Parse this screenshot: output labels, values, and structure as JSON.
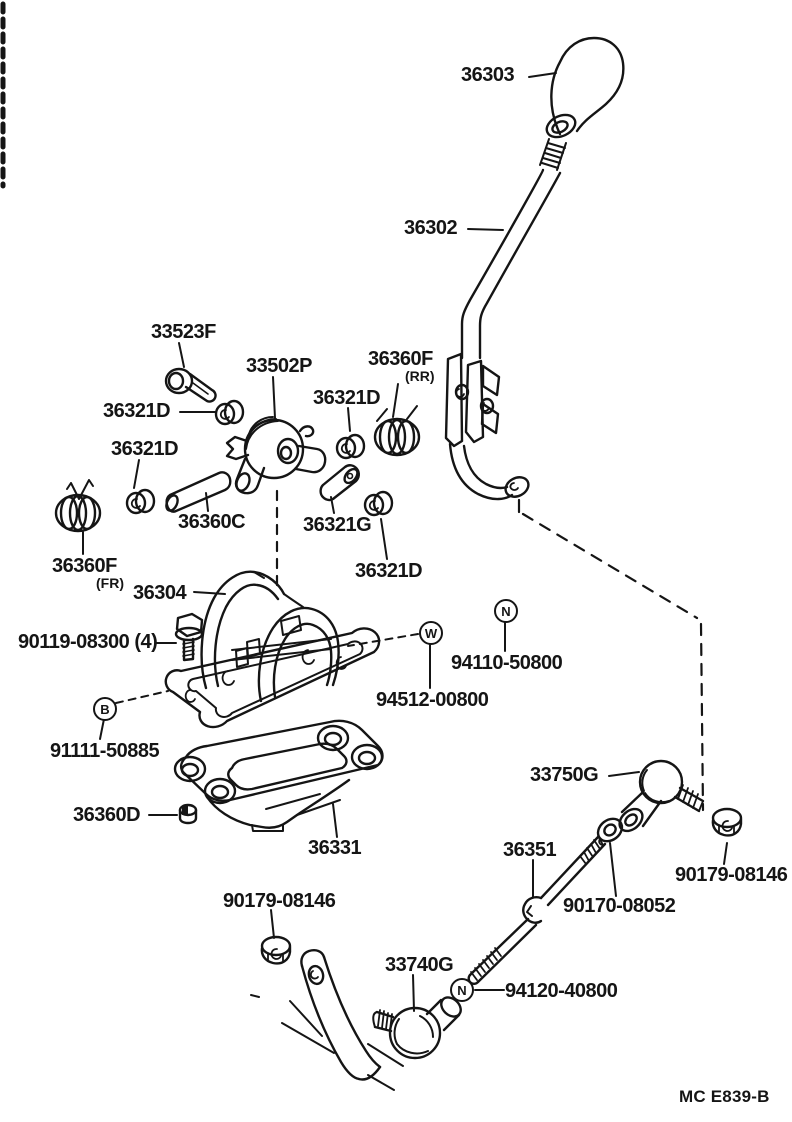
{
  "doc": {
    "type": "parts-diagram",
    "drawing_code": "MC E839-B",
    "line_color": "#151515",
    "background": "#ffffff"
  },
  "labels": {
    "knob": "36303",
    "lever": "36302",
    "pin_bolt": "33523F",
    "retainer": "33502P",
    "spring_rr": "36360F",
    "spring_rr_qualifier": "(RR)",
    "bushing_1": "36321D",
    "bushing_2": "36321D",
    "bushing_3": "36321D",
    "bushing_4": "36321D",
    "collar": "36360C",
    "collar_2": "36321G",
    "spring_fr": "36360F",
    "spring_fr_qualifier": "(FR)",
    "bracket": "36304",
    "flange_bolt": "90119-08300 (4)",
    "circle_b": "B",
    "bolt_b": "91111-50885",
    "circle_w": "W",
    "washer_w": "94512-00800",
    "circle_n1": "N",
    "nut_n1": "94110-50800",
    "plug": "36360D",
    "plate": "36331",
    "ball_joint_upper": "33750G",
    "nut_left": "90179-08146",
    "rod": "36351",
    "rod_washer": "90170-08052",
    "nut_right": "90179-08146",
    "ball_joint_lower": "33740G",
    "circle_n2": "N",
    "nut_n2": "94120-40800",
    "doc_code": "MC E839-B"
  }
}
